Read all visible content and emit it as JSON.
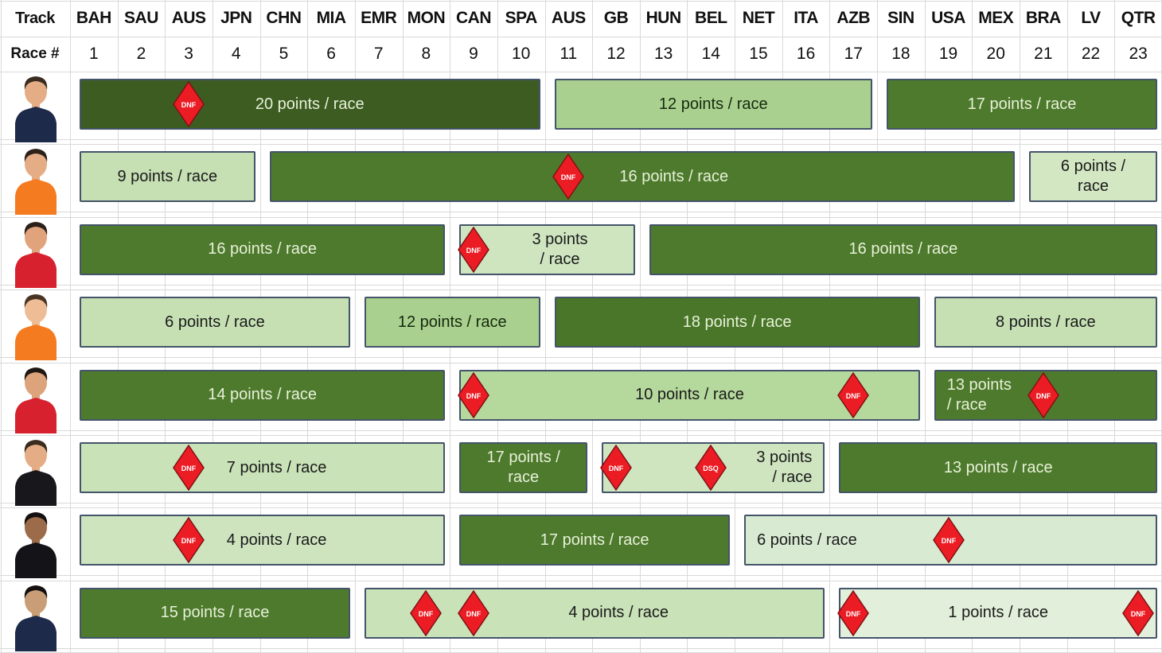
{
  "header": {
    "track_label": "Track",
    "race_label": "Race #"
  },
  "colors": {
    "grid_line": "#d9d9d9",
    "bar_border": "#44546a",
    "marker_fill": "#ec1c24",
    "marker_stroke": "#7f1114",
    "marker_text": "#ffffff",
    "dark_bar_text": "#e7f1d8",
    "light_bar_text": "#1a1a1a"
  },
  "chart_data": {
    "type": "table",
    "title": "",
    "x_axis": "Race # / Track",
    "tracks": [
      "BAH",
      "SAU",
      "AUS",
      "JPN",
      "CHN",
      "MIA",
      "EMR",
      "MON",
      "CAN",
      "SPA",
      "AUS",
      "GB",
      "HUN",
      "BEL",
      "NET",
      "ITA",
      "AZB",
      "SIN",
      "USA",
      "MEX",
      "BRA",
      "LV",
      "QTR"
    ],
    "race_numbers": [
      1,
      2,
      3,
      4,
      5,
      6,
      7,
      8,
      9,
      10,
      11,
      12,
      13,
      14,
      15,
      16,
      17,
      18,
      19,
      20,
      21,
      22,
      23
    ],
    "drivers": [
      {
        "row": 1,
        "team": "red-bull",
        "avatar": {
          "suit": "#1e2a4a",
          "skin": "#e5ad85",
          "hair": "#3a2c20"
        },
        "segments": [
          {
            "start": 1,
            "end": 10,
            "points": 20,
            "label": "20 points / race",
            "bg": "#3d5c22",
            "fg": "#e7f1d8",
            "align": "center",
            "markers": [
              {
                "race": 3,
                "type": "DNF"
              }
            ]
          },
          {
            "start": 11,
            "end": 17,
            "points": 12,
            "label": "12 points / race",
            "bg": "#a9d08e",
            "fg": "#16290f",
            "align": "center",
            "markers": []
          },
          {
            "start": 18,
            "end": 23,
            "points": 17,
            "label": "17 points / race",
            "bg": "#4e7a2d",
            "fg": "#e7f1d8",
            "align": "center",
            "markers": []
          }
        ]
      },
      {
        "row": 2,
        "team": "mclaren",
        "avatar": {
          "suit": "#f47b20",
          "skin": "#e5ad85",
          "hair": "#2b211a"
        },
        "segments": [
          {
            "start": 1,
            "end": 4,
            "points": 9,
            "label": "9 points / race",
            "bg": "#c6e0b4",
            "fg": "#1a1a1a",
            "align": "center",
            "markers": []
          },
          {
            "start": 5,
            "end": 20,
            "points": 16,
            "label": "16 points / race",
            "bg": "#4e7a2d",
            "fg": "#e7f1d8",
            "align": "center",
            "label_shift": 40,
            "markers": [
              {
                "race": 11,
                "type": "DNF"
              }
            ]
          },
          {
            "start": 21,
            "end": 23,
            "points": 6,
            "label": "6 points /\nrace",
            "bg": "#d3e7c3",
            "fg": "#1a1a1a",
            "align": "center",
            "markers": []
          }
        ]
      },
      {
        "row": 3,
        "team": "ferrari",
        "avatar": {
          "suit": "#d7212f",
          "skin": "#e0a37c",
          "hair": "#2b211a"
        },
        "segments": [
          {
            "start": 1,
            "end": 8,
            "points": 16,
            "label": "16 points / race",
            "bg": "#4e7a2d",
            "fg": "#e7f1d8",
            "align": "center",
            "markers": []
          },
          {
            "start": 9,
            "end": 12,
            "points": 3,
            "label": "3 points\n/ race",
            "bg": "#cfe5c0",
            "fg": "#1a1a1a",
            "align": "center",
            "label_shift": 16,
            "markers": [
              {
                "race": 9,
                "type": "DNF"
              }
            ]
          },
          {
            "start": 13,
            "end": 23,
            "points": 16,
            "label": "16 points / race",
            "bg": "#4e7a2d",
            "fg": "#e7f1d8",
            "align": "center",
            "markers": []
          }
        ]
      },
      {
        "row": 4,
        "team": "mclaren",
        "avatar": {
          "suit": "#f47b20",
          "skin": "#eebd96",
          "hair": "#4a3524"
        },
        "segments": [
          {
            "start": 1,
            "end": 6,
            "points": 6,
            "label": "6 points / race",
            "bg": "#c6e0b4",
            "fg": "#1a1a1a",
            "align": "center",
            "markers": []
          },
          {
            "start": 7,
            "end": 10,
            "points": 12,
            "label": "12 points / race",
            "bg": "#a9d08e",
            "fg": "#16290f",
            "align": "center",
            "markers": []
          },
          {
            "start": 11,
            "end": 18,
            "points": 18,
            "label": "18 points / race",
            "bg": "#4a762a",
            "fg": "#e7f1d8",
            "align": "center",
            "markers": []
          },
          {
            "start": 19,
            "end": 23,
            "points": 8,
            "label": "8 points / race",
            "bg": "#c6e0b4",
            "fg": "#1a1a1a",
            "align": "center",
            "markers": []
          }
        ]
      },
      {
        "row": 5,
        "team": "ferrari",
        "avatar": {
          "suit": "#d7212f",
          "skin": "#dda47c",
          "hair": "#1f1812"
        },
        "segments": [
          {
            "start": 1,
            "end": 8,
            "points": 14,
            "label": "14 points / race",
            "bg": "#4e7a2d",
            "fg": "#e7f1d8",
            "align": "center",
            "markers": []
          },
          {
            "start": 9,
            "end": 18,
            "points": 10,
            "label": "10 points / race",
            "bg": "#b5d89c",
            "fg": "#1a1a1a",
            "align": "center",
            "markers": [
              {
                "race": 9,
                "type": "DNF"
              },
              {
                "race": 17,
                "type": "DNF"
              }
            ]
          },
          {
            "start": 19,
            "end": 23,
            "points": 13,
            "label": "13 points\n/ race",
            "bg": "#4e7a2d",
            "fg": "#e7f1d8",
            "align": "left",
            "markers": [
              {
                "race": 21,
                "type": "DNF"
              }
            ]
          }
        ]
      },
      {
        "row": 6,
        "team": "mercedes",
        "avatar": {
          "suit": "#17171c",
          "skin": "#e5ad85",
          "hair": "#3a2b1d"
        },
        "segments": [
          {
            "start": 1,
            "end": 8,
            "points": 7,
            "label": "7 points / race",
            "bg": "#c9e2b8",
            "fg": "#1a1a1a",
            "align": "center",
            "label_shift": 18,
            "markers": [
              {
                "race": 3,
                "type": "DNF"
              }
            ]
          },
          {
            "start": 9,
            "end": 11,
            "points": 17,
            "label": "17 points /\nrace",
            "bg": "#4e7a2d",
            "fg": "#e7f1d8",
            "align": "center",
            "markers": []
          },
          {
            "start": 12,
            "end": 16,
            "points": 3,
            "label": "3 points\n/ race",
            "bg": "#cfe5c0",
            "fg": "#1a1a1a",
            "align": "right",
            "markers": [
              {
                "race": 12,
                "type": "DNF"
              },
              {
                "race": 14,
                "type": "DSQ"
              }
            ]
          },
          {
            "start": 17,
            "end": 23,
            "points": 13,
            "label": "13 points / race",
            "bg": "#4e7a2d",
            "fg": "#e7f1d8",
            "align": "center",
            "markers": []
          }
        ]
      },
      {
        "row": 7,
        "team": "mercedes",
        "avatar": {
          "suit": "#141418",
          "skin": "#9c6b4a",
          "hair": "#141010"
        },
        "segments": [
          {
            "start": 1,
            "end": 8,
            "points": 4,
            "label": "4 points / race",
            "bg": "#cde4bf",
            "fg": "#1a1a1a",
            "align": "center",
            "label_shift": 18,
            "markers": [
              {
                "race": 3,
                "type": "DNF"
              }
            ]
          },
          {
            "start": 9,
            "end": 14,
            "points": 17,
            "label": "17 points / race",
            "bg": "#4e7a2d",
            "fg": "#e7f1d8",
            "align": "center",
            "markers": []
          },
          {
            "start": 15,
            "end": 23,
            "points": 6,
            "label": "6 points / race",
            "bg": "#d9ead3",
            "fg": "#1a1a1a",
            "align": "left",
            "markers": [
              {
                "race": 19,
                "type": "DNF"
              }
            ]
          }
        ]
      },
      {
        "row": 8,
        "team": "red-bull",
        "avatar": {
          "suit": "#1e2a4a",
          "skin": "#c99e77",
          "hair": "#141010"
        },
        "segments": [
          {
            "start": 1,
            "end": 6,
            "points": 15,
            "label": "15 points / race",
            "bg": "#4e7a2d",
            "fg": "#e7f1d8",
            "align": "center",
            "markers": []
          },
          {
            "start": 7,
            "end": 16,
            "points": 4,
            "label": "4 points / race",
            "bg": "#c9e2b8",
            "fg": "#1a1a1a",
            "align": "center",
            "label_shift": 30,
            "markers": [
              {
                "race": 8,
                "type": "DNF"
              },
              {
                "race": 9,
                "type": "DNF"
              }
            ]
          },
          {
            "start": 17,
            "end": 23,
            "points": 1,
            "label": "1 points / race",
            "bg": "#e2efda",
            "fg": "#1a1a1a",
            "align": "center",
            "markers": [
              {
                "race": 17,
                "type": "DNF"
              },
              {
                "race": 23,
                "type": "DNF"
              }
            ]
          }
        ]
      }
    ]
  }
}
